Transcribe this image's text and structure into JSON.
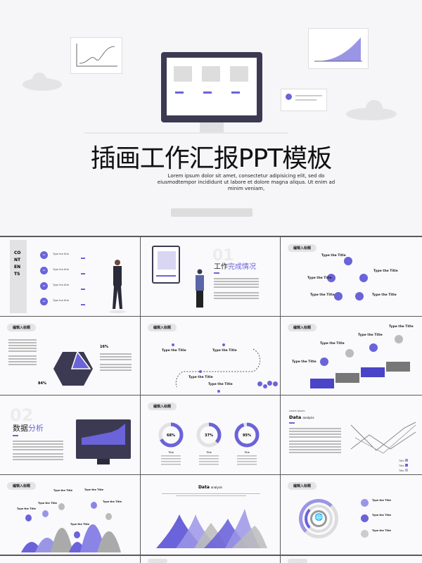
{
  "cover": {
    "title": "插画工作汇报PPT模板",
    "subtitle": "Lorem ipsum dolor sit amet, consectetur adipisicing elit, sed do eiusmodtempor incididunt ut labore et dolore magna aliqua. Ut enim ad minim veniam,"
  },
  "colors": {
    "accent": "#6b63d9",
    "dark": "#3c3a52",
    "gray": "#b5b5b5"
  },
  "tag_label": "编辑入标题",
  "item_title": "Type the Title",
  "contents": {
    "heading": "CONTENTS",
    "items": [
      {
        "num": "01",
        "label": "Type the title"
      },
      {
        "num": "02",
        "label": "Type the title"
      },
      {
        "num": "03",
        "label": "Type the title"
      },
      {
        "num": "04",
        "label": "Type the title"
      }
    ]
  },
  "section1": {
    "num": "01",
    "title_a": "工作",
    "title_b": "完成情况"
  },
  "section2": {
    "num": "02",
    "title_a": "数据",
    "title_b": "分析"
  },
  "pie": {
    "small": "16%",
    "large": "84%"
  },
  "donuts": [
    {
      "value": 68,
      "label": "68%",
      "title": "Title"
    },
    {
      "value": 37,
      "label": "37%",
      "title": "Title"
    },
    {
      "value": 95,
      "label": "95%",
      "title": "Title"
    }
  ],
  "analysis": {
    "kicker": "Lorem ipsum",
    "title_a": "Data",
    "title_b": "analysis",
    "legend": [
      "Title",
      "Title",
      "Title"
    ]
  }
}
